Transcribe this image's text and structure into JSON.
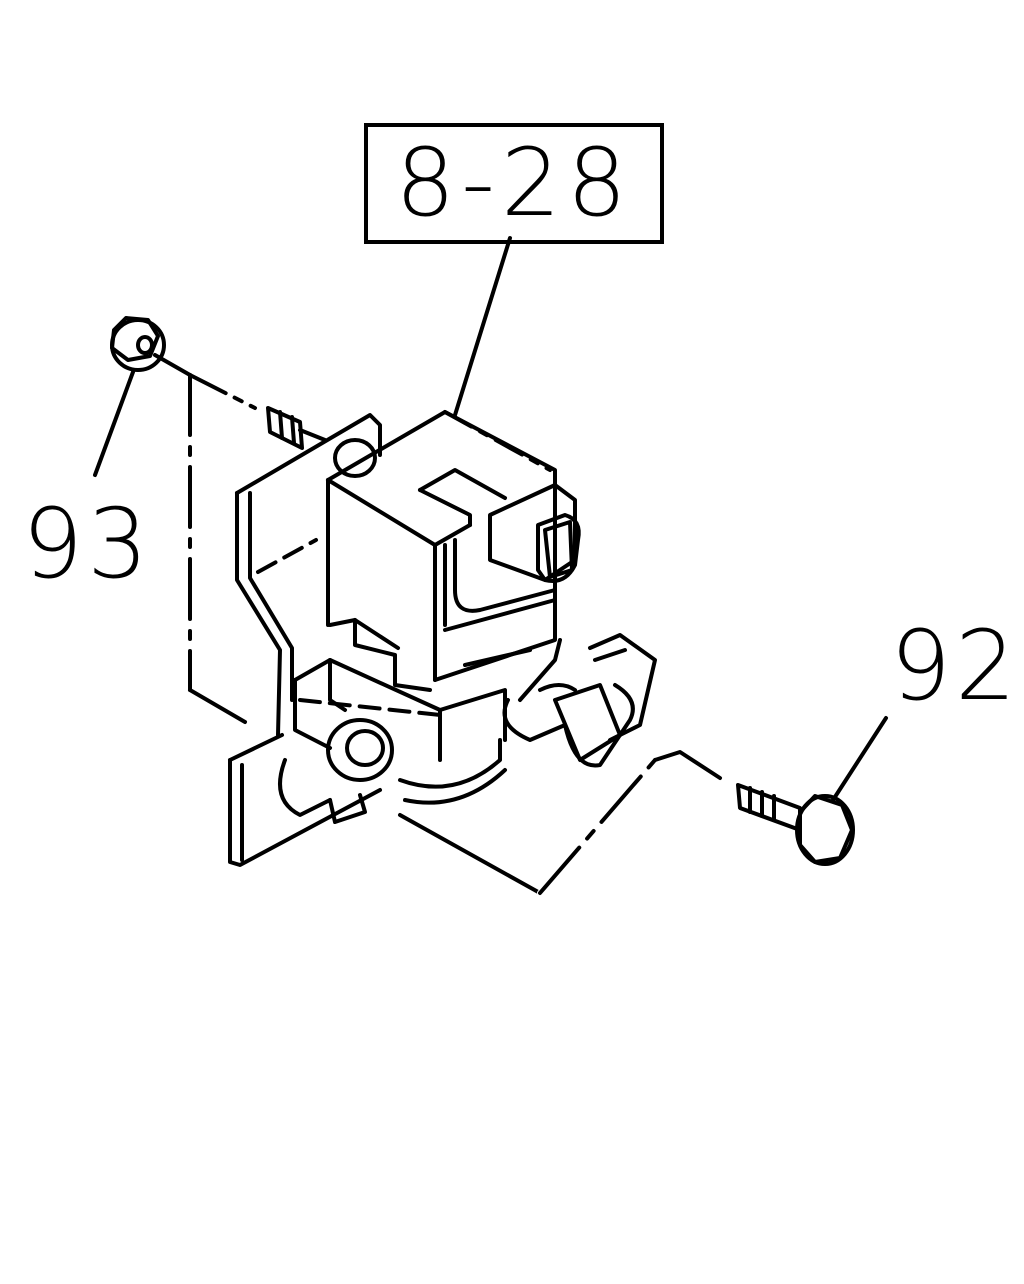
{
  "diagram": {
    "reference_label": "8-28",
    "callouts": [
      {
        "id": "93",
        "label": "93"
      },
      {
        "id": "92",
        "label": "92"
      }
    ]
  },
  "colors": {
    "line": "#000000",
    "background": "#ffffff"
  }
}
